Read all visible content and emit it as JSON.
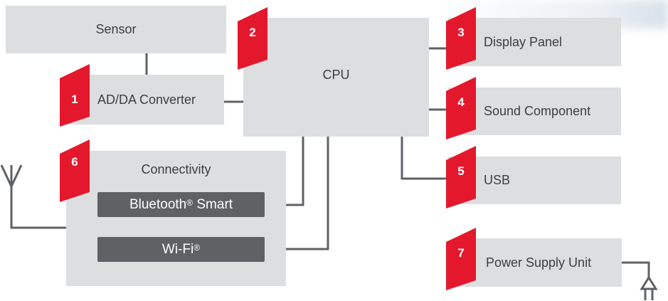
{
  "blocks": {
    "sensor": "Sensor",
    "converter": "AD/DA Converter",
    "cpu": "CPU",
    "display": "Display Panel",
    "sound": "Sound Component",
    "usb": "USB",
    "connectivity": "Connectivity",
    "bluetooth": "Bluetooth",
    "wifi": "Wi-Fi",
    "registered": "®",
    "bluetooth_suffix": " Smart",
    "power": "Power Supply Unit"
  },
  "badges": {
    "converter": "1",
    "cpu": "2",
    "display": "3",
    "sound": "4",
    "usb": "5",
    "connectivity": "6",
    "power": "7"
  },
  "colors": {
    "block": "#dcdee0",
    "dark_block": "#5f6165",
    "badge": "#e3182d",
    "wire": "#5f6165"
  },
  "icons": {
    "antenna": "antenna-icon",
    "plug": "power-plug-icon"
  }
}
